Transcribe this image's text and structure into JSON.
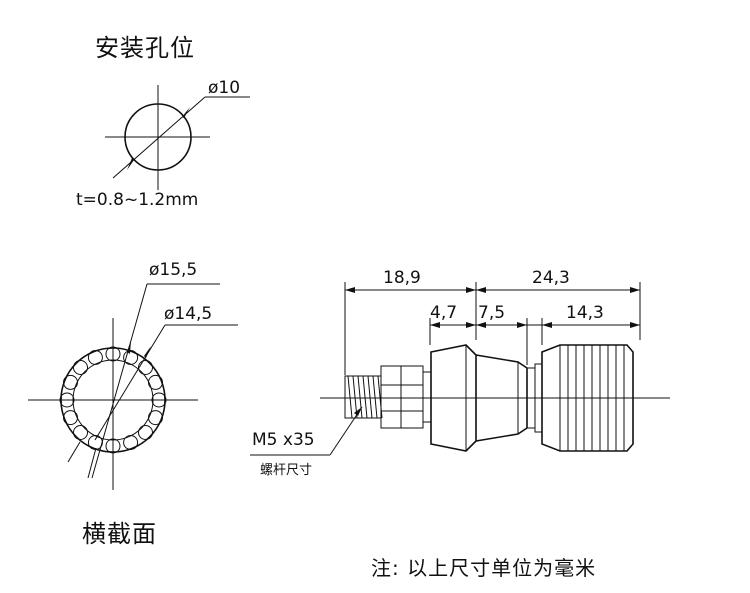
{
  "sections": {
    "mounting_hole": {
      "title": "安装孔位",
      "diameter": "ø10",
      "thickness": "t=0.8~1.2mm"
    },
    "cross_section": {
      "title": "横截面",
      "outer_diameter": "ø15,5",
      "inner_diameter": "ø14,5"
    },
    "side_view": {
      "dim_left_total": "18,9",
      "dim_right_total": "24,3",
      "dim_a": "4,7",
      "dim_b": "7,5",
      "dim_c": "14,3",
      "thread": "M5 x35",
      "thread_note": "螺杆尺寸"
    }
  },
  "footnote": "注: 以上尺寸单位为毫米"
}
